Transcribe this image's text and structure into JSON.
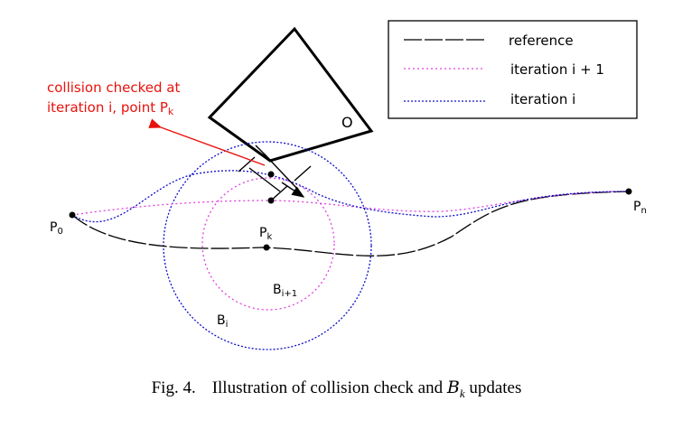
{
  "legend": {
    "items": [
      {
        "label": "reference",
        "color": "#000000",
        "dash": "long-dash"
      },
      {
        "label": "iteration i + 1",
        "color": "#e040e0",
        "dash": "dotted"
      },
      {
        "label": "iteration i",
        "color": "#1010c8",
        "dash": "dotted"
      }
    ]
  },
  "annotation": {
    "line1": "collision checked at",
    "line2_prefix": "iteration i, point P",
    "line2_sub": "k",
    "color": "#e8120c"
  },
  "points": {
    "p0": {
      "base": "P",
      "sub": "0"
    },
    "pk": {
      "base": "P",
      "sub": "k"
    },
    "pn": {
      "base": "P",
      "sub": "n"
    }
  },
  "obstacle_label": "O",
  "balls": {
    "bi": {
      "base": "B",
      "sub": "i"
    },
    "bi1": {
      "base": "B",
      "sub": "i+1"
    }
  },
  "caption": {
    "fig": "Fig. 4.",
    "text": "Illustration of collision check and",
    "symbol": "B",
    "symbol_sub": "k",
    "suffix": "updates"
  }
}
